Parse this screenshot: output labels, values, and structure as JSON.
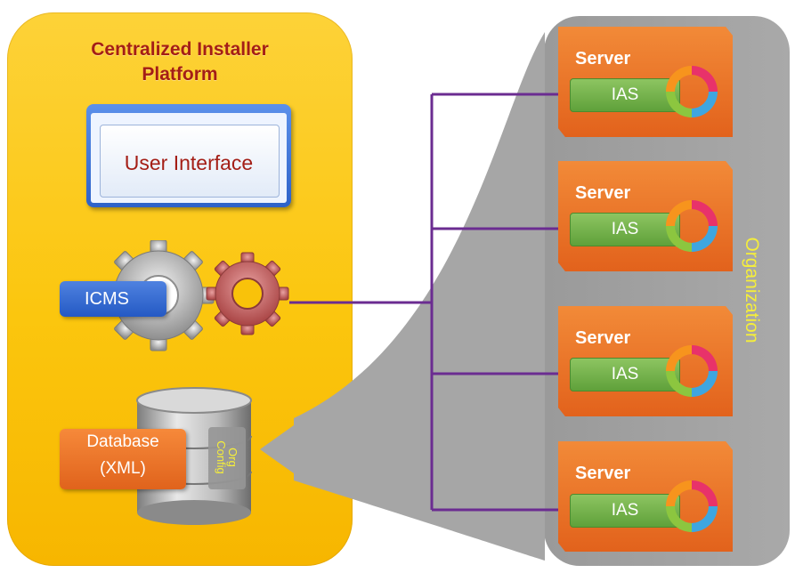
{
  "platform": {
    "title_line1": "Centralized Installer",
    "title_line2": "Platform",
    "user_interface_label": "User Interface",
    "icms_label": "ICMS",
    "database_line1": "Database",
    "database_line2": "(XML)",
    "org_config_line1": "Org",
    "org_config_line2": "Config"
  },
  "organization": {
    "label": "Organization",
    "servers": [
      {
        "title": "Server",
        "agent": "IAS"
      },
      {
        "title": "Server",
        "agent": "IAS"
      },
      {
        "title": "Server",
        "agent": "IAS"
      },
      {
        "title": "Server",
        "agent": "IAS"
      }
    ]
  },
  "colors": {
    "platform_fill": "#fbc60e",
    "title_text": "#a41e16",
    "organization_panel": "#a0a0a0",
    "organization_label": "#f5ee3a",
    "server_fill": "#e9702a",
    "ias_fill": "#6eae46",
    "icms_fill": "#3468d2",
    "connector": "#6b2c91"
  }
}
